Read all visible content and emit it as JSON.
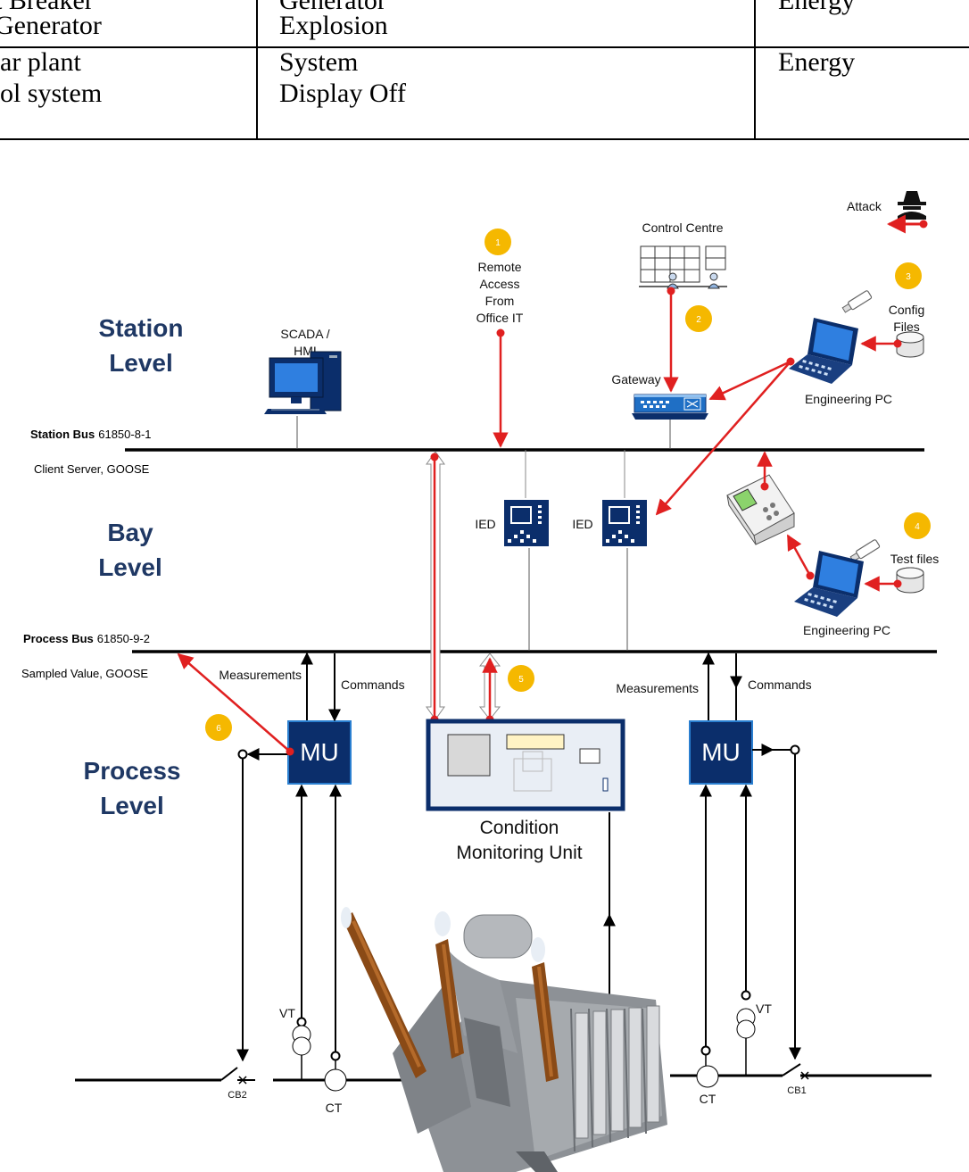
{
  "table": {
    "row1": {
      "col1a": "t Breaker",
      "col1b": "Generator",
      "col2a": "Generator",
      "col2b": "Explosion",
      "col3a": "Energy"
    },
    "row2": {
      "col1a": "ar plant",
      "col1b": "ol system",
      "col2a": "System",
      "col2b": "Display Off",
      "col3a": "Energy"
    }
  },
  "diagram": {
    "levels": {
      "station_1": "Station",
      "station_2": "Level",
      "bay_1": "Bay",
      "bay_2": "Level",
      "process_1": "Process",
      "process_2": "Level"
    },
    "station_bus": {
      "name": "Station Bus",
      "std": "61850-8-1",
      "protocol": "Client Server, GOOSE"
    },
    "process_bus": {
      "name": "Process Bus",
      "std": "61850-9-2",
      "protocol": "Sampled Value, GOOSE"
    },
    "labels": {
      "attack": "Attack",
      "control_centre": "Control Centre",
      "remote_1": "Remote",
      "remote_2": "Access",
      "remote_3": "From",
      "remote_4": "Office IT",
      "scada_1": "SCADA /",
      "scada_2": "HMI",
      "gateway": "Gateway",
      "config_1": "Config",
      "config_2": "Files",
      "eng_pc_top": "Engineering PC",
      "ied_1": "IED",
      "ied_2": "IED",
      "test_files": "Test files",
      "eng_pc_bottom": "Engineering PC",
      "meas_left": "Measurements",
      "cmd_left": "Commands",
      "meas_right": "Measurements",
      "cmd_right": "Commands",
      "mu_left": "MU",
      "mu_right": "MU",
      "cmu_1": "Condition",
      "cmu_2": "Monitoring Unit",
      "vt_left": "VT",
      "ct_left": "CT",
      "cb2": "CB2",
      "vt_right": "VT",
      "ct_right": "CT",
      "cb1": "CB1"
    },
    "badges": [
      "1",
      "2",
      "3",
      "4",
      "5",
      "6"
    ],
    "colors": {
      "level_text": "#1f3864",
      "attack": "#e02020",
      "badge": "#f5b800",
      "device_blue": "#0b2e6b"
    }
  }
}
